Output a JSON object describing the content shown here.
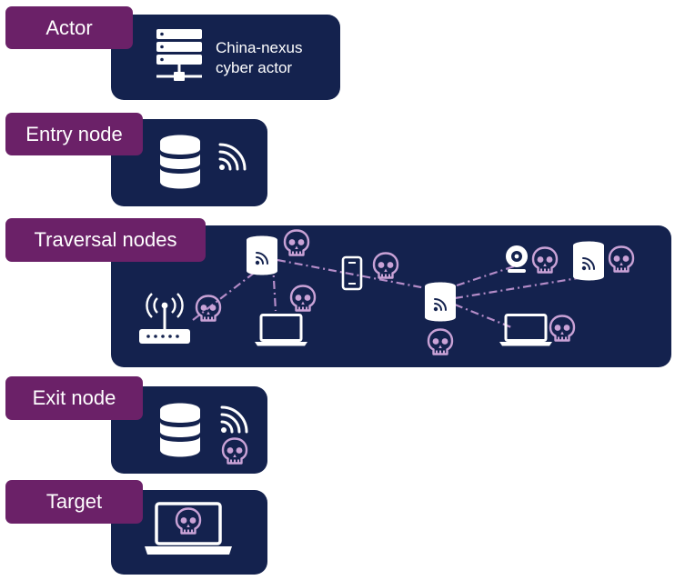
{
  "stages": {
    "actor": {
      "label": "Actor",
      "text_line1": "China-nexus",
      "text_line2": "cyber actor"
    },
    "entry": {
      "label": "Entry node"
    },
    "traversal": {
      "label": "Traversal nodes"
    },
    "exit": {
      "label": "Exit node"
    },
    "target": {
      "label": "Target"
    }
  },
  "colors": {
    "panel": "#14224e",
    "tag": "#6b2168",
    "icon": "#ffffff",
    "skull": "#c9a2d6",
    "link": "#b48cc8"
  },
  "icons": {
    "actor": "server-rack-icon",
    "entry": [
      "database-icon",
      "wifi-icon"
    ],
    "traversal": [
      "router-icon",
      "skull-icon",
      "wireless-router-icon",
      "laptop-icon",
      "smartphone-icon",
      "webcam-icon",
      "nas-icon"
    ],
    "exit": [
      "database-icon",
      "wifi-icon",
      "skull-icon"
    ],
    "target": [
      "laptop-icon",
      "skull-icon"
    ]
  }
}
